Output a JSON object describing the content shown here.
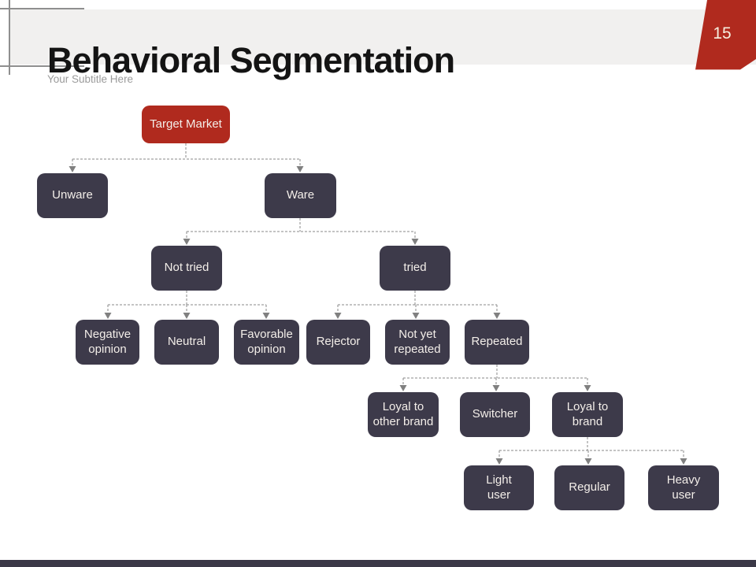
{
  "slide": {
    "title": "Behavioral Segmentation",
    "subtitle": "Your Subtitle Here",
    "page_number": "15"
  },
  "colors": {
    "accent_red": "#b02a1e",
    "node_dark": "#3d3a4a",
    "title_band_gray": "#f1f0ef",
    "connector_gray": "#8a8a8a",
    "footer_bar": "#3b3847"
  },
  "tree": {
    "label": "Target Market",
    "children": [
      {
        "label": "Unware",
        "children": []
      },
      {
        "label": "Ware",
        "children": [
          {
            "label": "Not tried",
            "children": [
              {
                "label": "Negative\nopinion"
              },
              {
                "label": "Neutral"
              },
              {
                "label": "Favorable\nopinion"
              }
            ]
          },
          {
            "label": "tried",
            "children": [
              {
                "label": "Rejector"
              },
              {
                "label": "Not yet\nrepeated"
              },
              {
                "label": "Repeated",
                "children": [
                  {
                    "label": "Loyal to\nother brand"
                  },
                  {
                    "label": "Switcher"
                  },
                  {
                    "label": "Loyal to\nbrand",
                    "children": [
                      {
                        "label": "Light\nuser"
                      },
                      {
                        "label": "Regular"
                      },
                      {
                        "label": "Heavy\nuser"
                      }
                    ]
                  }
                ]
              }
            ]
          }
        ]
      }
    ]
  }
}
